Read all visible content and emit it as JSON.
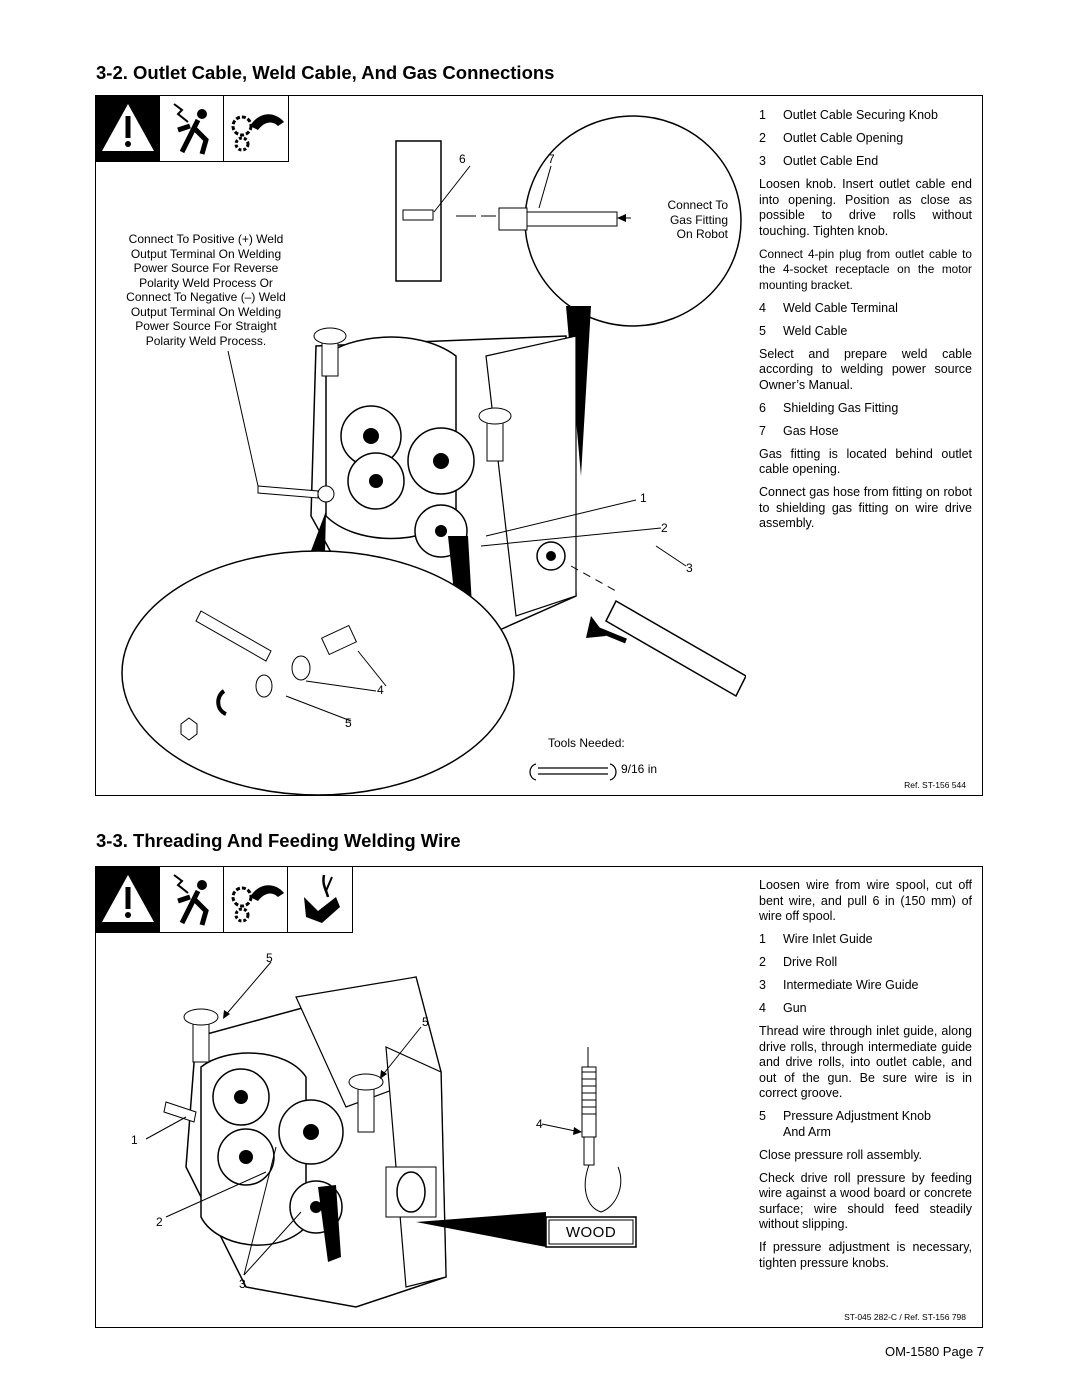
{
  "section1": {
    "title": "3-2.   Outlet Cable, Weld Cable, And Gas Connections",
    "icons": [
      "warning-triangle-icon",
      "electric-shock-icon",
      "moving-parts-icon"
    ],
    "items": [
      {
        "num": "1",
        "label": "Outlet Cable Securing Knob"
      },
      {
        "num": "2",
        "label": "Outlet Cable Opening"
      },
      {
        "num": "3",
        "label": "Outlet Cable End"
      }
    ],
    "para1": "Loosen knob. Insert outlet cable end into opening. Position as close as possible to drive rolls without touching. Tighten knob.",
    "para2": "Connect 4-pin plug from outlet cable to the 4-socket receptacle on the motor mounting bracket.",
    "items2": [
      {
        "num": "4",
        "label": "Weld Cable Terminal"
      },
      {
        "num": "5",
        "label": "Weld Cable"
      }
    ],
    "para3": "Select and prepare weld cable according to welding power source Owner’s Manual.",
    "items3": [
      {
        "num": "6",
        "label": "Shielding Gas Fitting"
      },
      {
        "num": "7",
        "label": "Gas Hose"
      }
    ],
    "para4": "Gas fitting is located behind outlet cable opening.",
    "para5": "Connect gas hose from fitting on robot to shielding gas fitting on wire drive assembly.",
    "figure_note_lines": [
      "Connect To Positive (+) Weld",
      "Output Terminal On Welding",
      "Power Source For Reverse",
      "Polarity Weld Process Or",
      "Connect To Negative (–) Weld",
      "Output Terminal On Welding",
      "Power Source For Straight",
      "Polarity Weld Process."
    ],
    "gas_note_lines": [
      "Connect To",
      "Gas Fitting",
      "On Robot"
    ],
    "tools_label": "Tools Needed:",
    "tool_size": "9/16 in",
    "ref": "Ref. ST-156 544",
    "callouts": [
      "1",
      "2",
      "3",
      "4",
      "5",
      "6",
      "7"
    ]
  },
  "section2": {
    "title": "3-3.   Threading And Feeding Welding Wire",
    "icons": [
      "warning-triangle-icon",
      "electric-shock-icon",
      "moving-parts-icon",
      "wire-puncture-icon"
    ],
    "intro": "Loosen wire from wire spool, cut off bent wire, and pull 6 in (150 mm) of wire off spool.",
    "items": [
      {
        "num": "1",
        "label": "Wire Inlet Guide"
      },
      {
        "num": "2",
        "label": "Drive Roll"
      },
      {
        "num": "3",
        "label": "Intermediate Wire Guide"
      },
      {
        "num": "4",
        "label": "Gun"
      }
    ],
    "para1": "Thread wire through inlet guide, along drive rolls, through intermediate guide and drive rolls, into outlet cable, and out of the gun. Be sure wire is in correct groove.",
    "item5_num": "5",
    "item5_label_lines": [
      "Pressure Adjustment Knob",
      "And Arm"
    ],
    "para2": "Close pressure roll assembly.",
    "para3": "Check drive roll pressure by feeding wire against a wood board or concrete surface; wire should feed steadily without slipping.",
    "para4": "If pressure adjustment is necessary, tighten pressure knobs.",
    "wood_label": "WOOD",
    "ref": "ST-045 282-C / Ref. ST-156 798",
    "callouts": [
      "5",
      "5",
      "1",
      "2",
      "3",
      "4"
    ]
  },
  "footer": {
    "page": "OM-1580 Page 7"
  }
}
